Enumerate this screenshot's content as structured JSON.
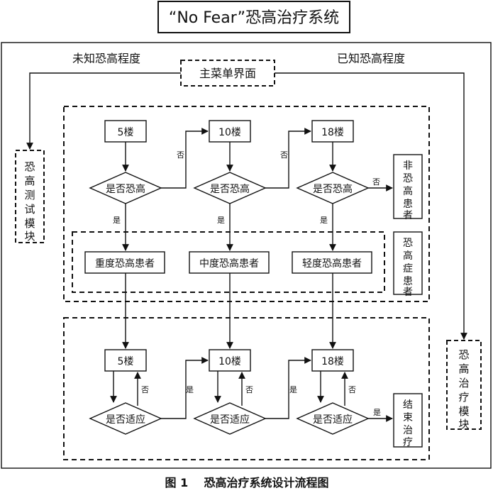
{
  "title": "“No Fear”恐高治疗系统",
  "caption": "图 1    恐高治疗系统设计流程图",
  "main_menu": "主菜单界面",
  "unknown_level": "未知恐高程度",
  "known_level": "已知恐高程度",
  "test_module": "恐高测试模块",
  "treatment_module": "恐高治疗模块",
  "floors": [
    "5楼",
    "10楼",
    "18楼"
  ],
  "decision_fear": "是否恐高",
  "decision_adapt": "是否适应",
  "yes": "是",
  "no": "否",
  "patients": [
    "重度恐高患者",
    "中度恐高患者",
    "轻度恐高患者"
  ],
  "non_patient": "非恐高患者",
  "patient_group": "恐高症患者",
  "end_treatment": "结束治疗"
}
